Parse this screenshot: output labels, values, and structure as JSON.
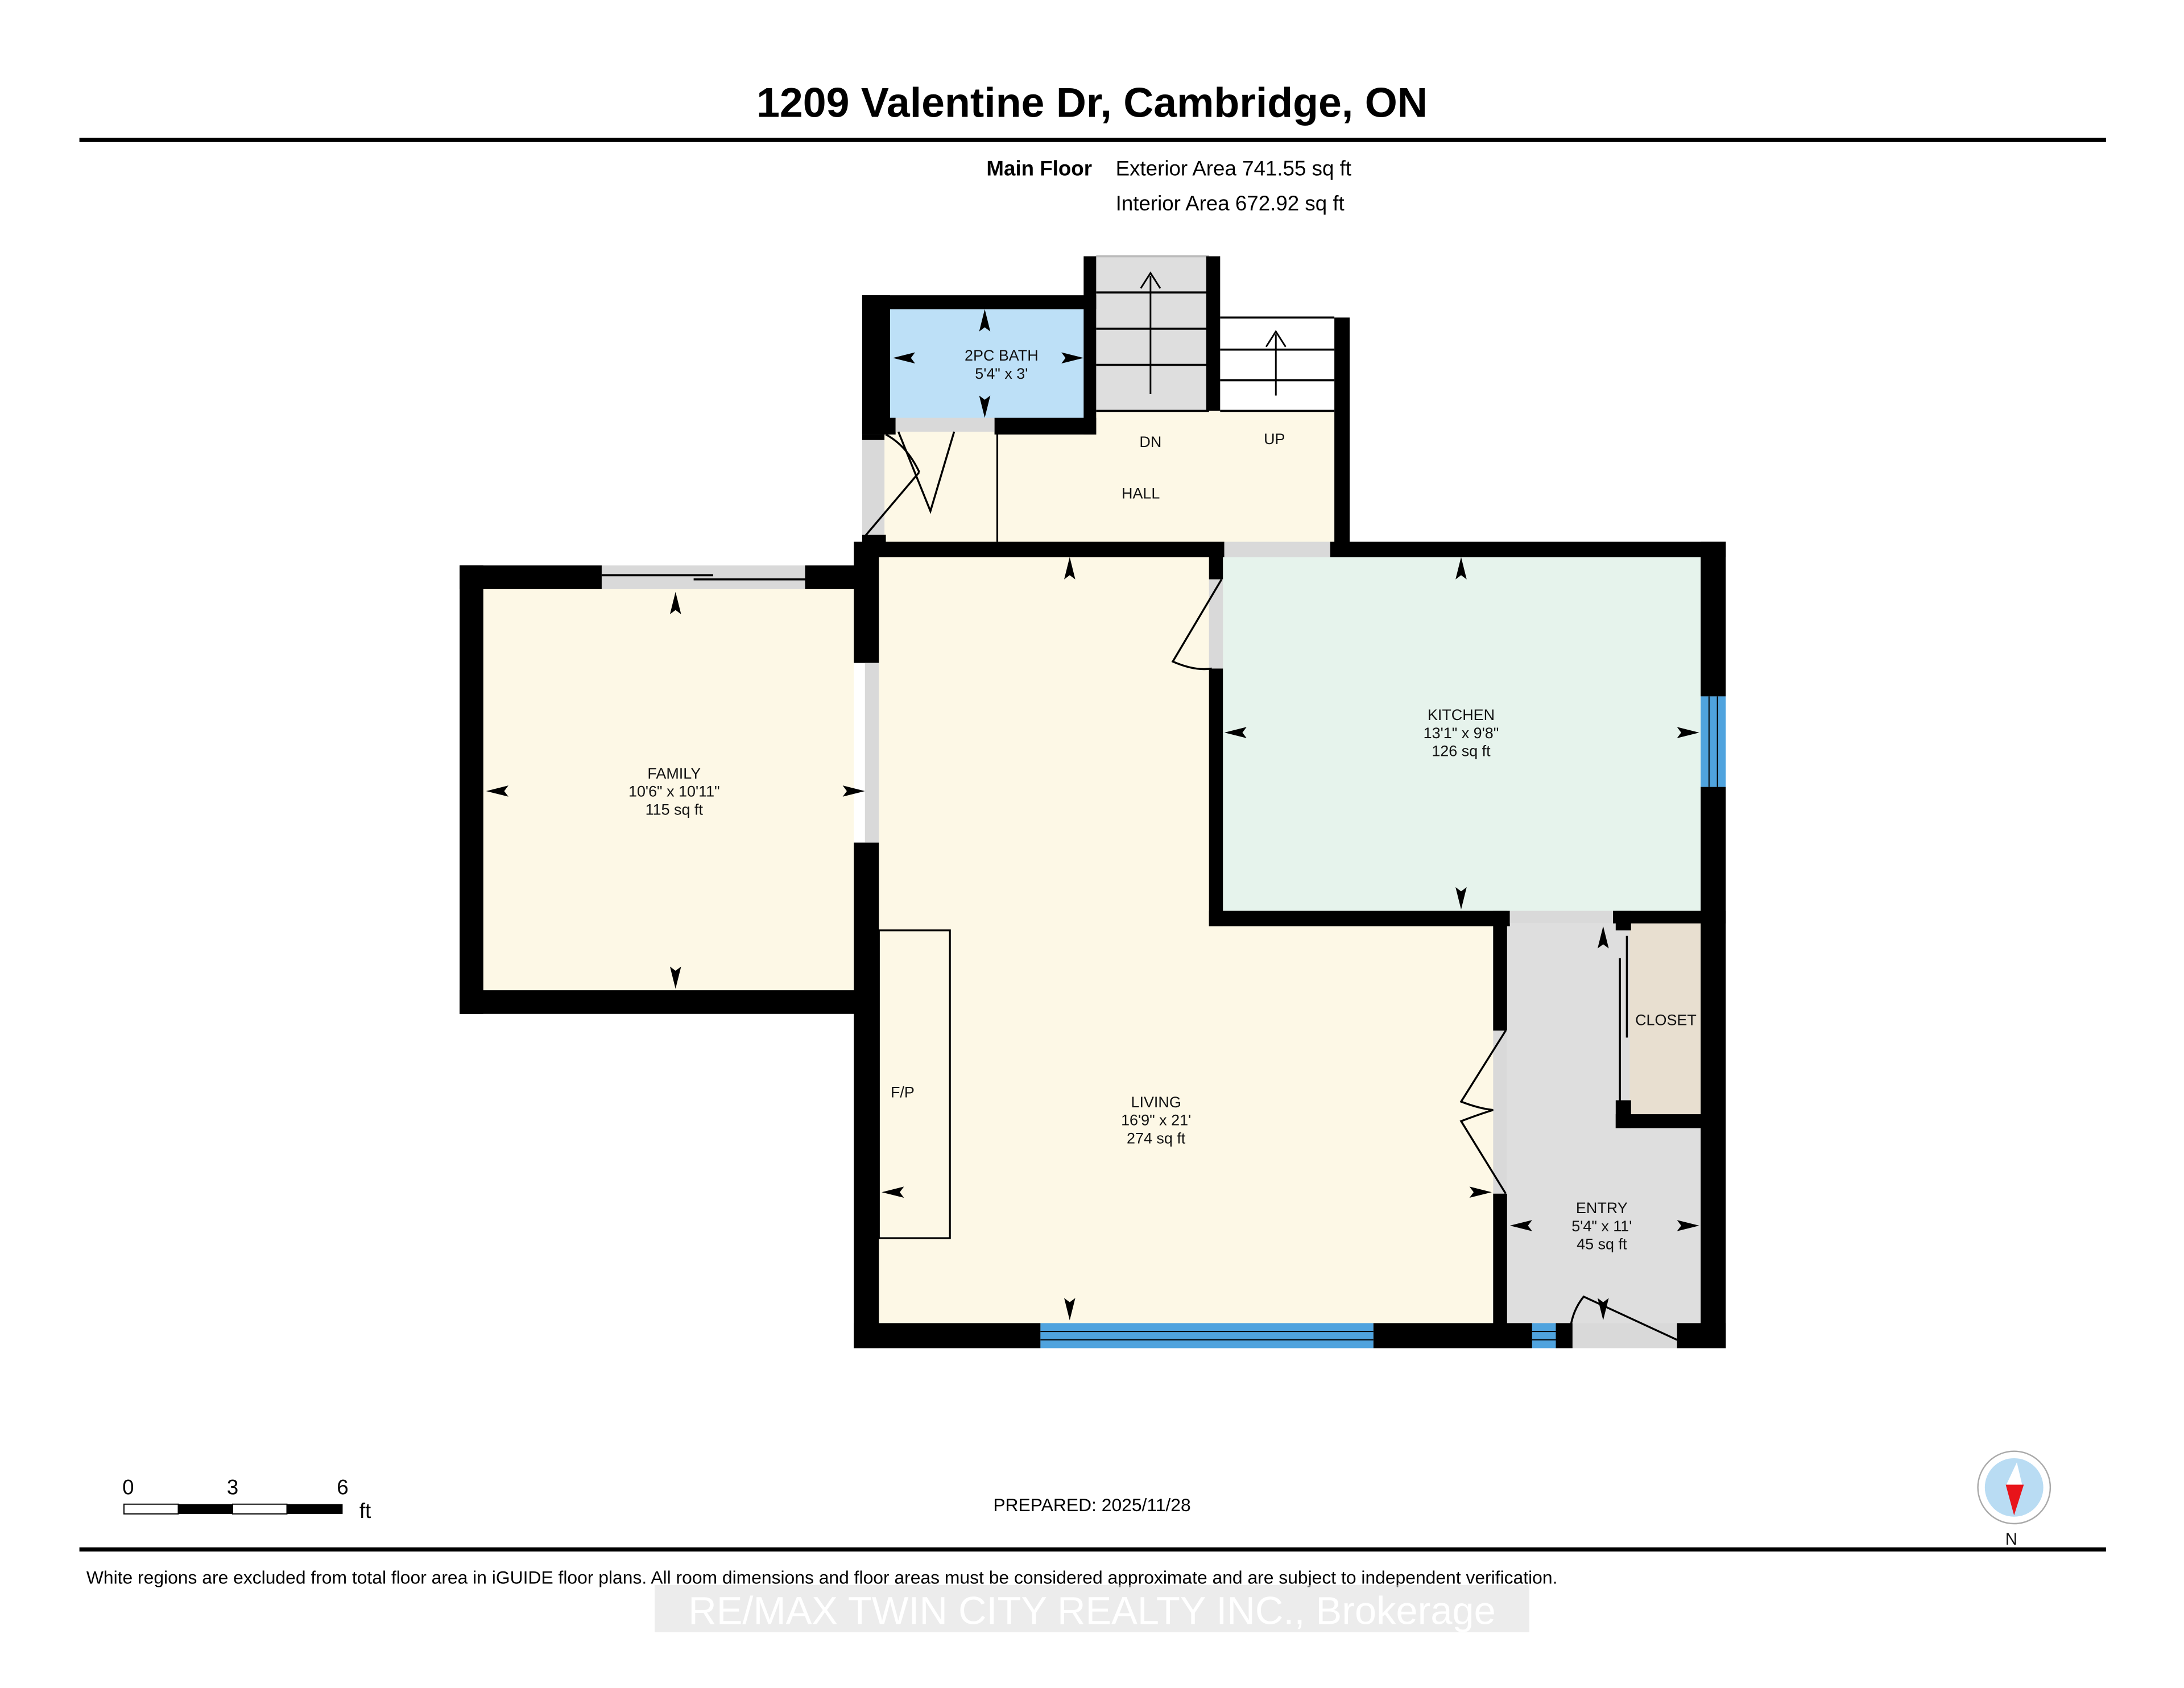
{
  "header": {
    "title": "1209 Valentine Dr, Cambridge, ON",
    "floor_label": "Main Floor",
    "exterior_area": "Exterior Area 741.55 sq ft",
    "interior_area": "Interior Area 672.92 sq ft"
  },
  "rooms": {
    "bath": {
      "name": "2PC BATH",
      "dims": "5'4\" x 3'"
    },
    "hall": {
      "name": "HALL"
    },
    "stairs_down": {
      "label": "DN"
    },
    "stairs_up": {
      "label": "UP"
    },
    "family": {
      "name": "FAMILY",
      "dims": "10'6\" x 10'11\"",
      "area": "115 sq ft"
    },
    "kitchen": {
      "name": "KITCHEN",
      "dims": "13'1\" x 9'8\"",
      "area": "126 sq ft"
    },
    "living": {
      "name": "LIVING",
      "dims": "16'9\" x 21'",
      "area": "274 sq ft"
    },
    "fireplace": {
      "label": "F/P"
    },
    "closet": {
      "name": "CLOSET"
    },
    "entry": {
      "name": "ENTRY",
      "dims": "5'4\" x 11'",
      "area": "45 sq ft"
    }
  },
  "scale_bar": {
    "ticks": [
      "0",
      "3",
      "6"
    ],
    "unit": "ft"
  },
  "prepared": "PREPARED: 2025/11/28",
  "compass": {
    "label": "N"
  },
  "disclaimer": "White regions are excluded from total floor area in iGUIDE floor plans. All room dimensions and floor areas must be considered approximate and are subject to independent verification.",
  "watermark": "RE/MAX TWIN CITY REALTY INC., Brokerage",
  "colors": {
    "wall": "#000000",
    "living_floor": "#fdf8e6",
    "kitchen_floor": "#e6f3ec",
    "bath_floor": "#bde0f7",
    "entry_floor": "#dedede",
    "closet_floor": "#e8dfd0",
    "stair_down": "#dedede",
    "window": "#4fa3de",
    "door_opening": "#d9d9d9",
    "compass_needle": "#e8141a",
    "compass_bg": "#b9dcf3"
  }
}
